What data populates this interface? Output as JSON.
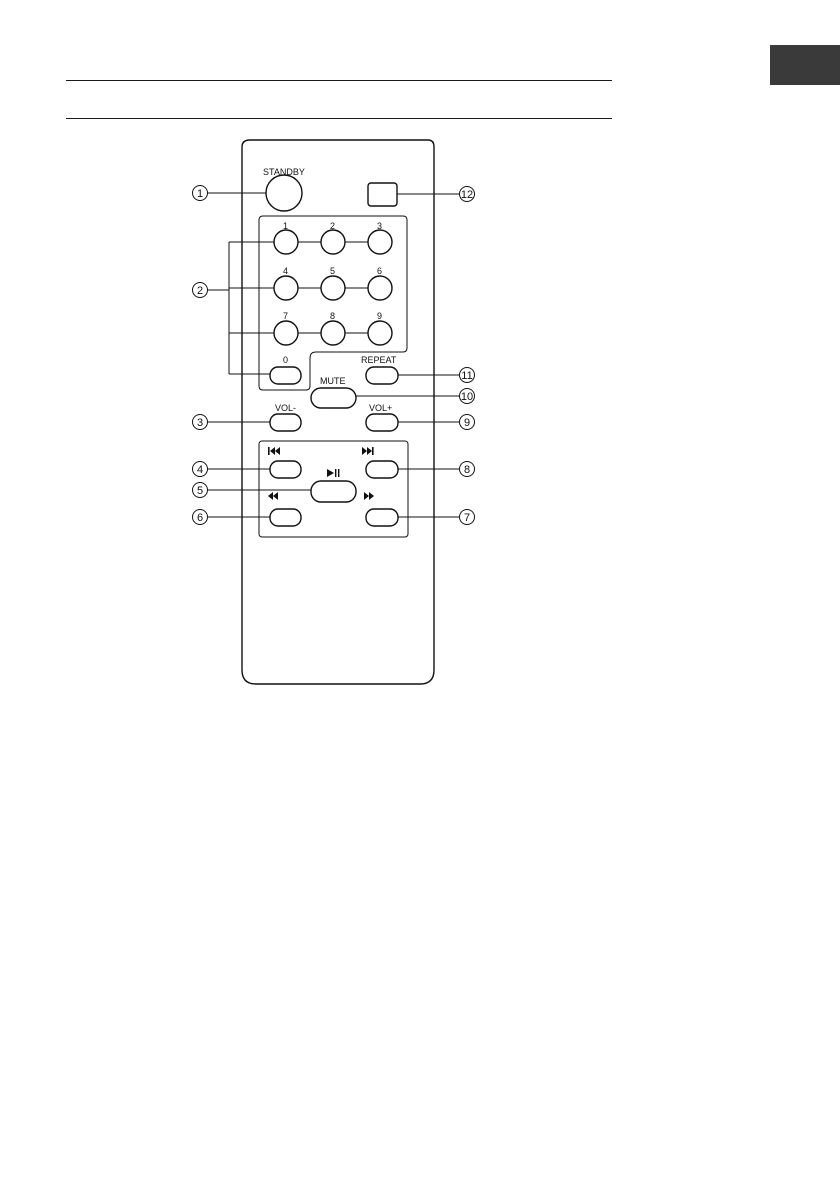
{
  "remote": {
    "buttons": {
      "standby": "STANDBY",
      "repeat": "REPEAT",
      "mute": "MUTE",
      "vol_minus": "VOL-",
      "vol_plus": "VOL+",
      "digits": [
        "1",
        "2",
        "3",
        "4",
        "5",
        "6",
        "7",
        "8",
        "9",
        "0"
      ]
    },
    "icons": {
      "skip_back": "skip-back-icon",
      "skip_forward": "skip-forward-icon",
      "play_pause": "play-pause-icon",
      "rewind": "rewind-icon",
      "fast_forward": "fast-forward-icon"
    }
  },
  "callouts": [
    "1",
    "2",
    "3",
    "4",
    "5",
    "6",
    "7",
    "8",
    "9",
    "10",
    "11",
    "12"
  ]
}
